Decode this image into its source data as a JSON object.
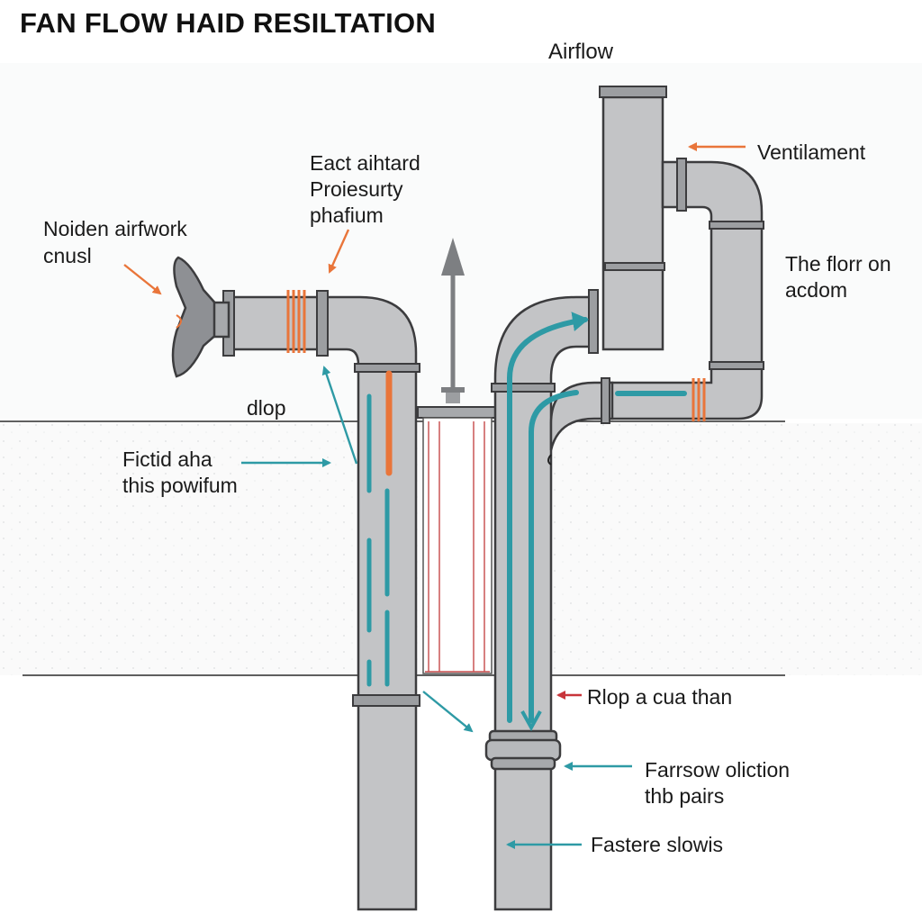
{
  "title": "FAN FLOW HAID RESILTATION",
  "labels": {
    "airflow": "Airflow",
    "ventilament": "Ventilament",
    "eact_line1": "Eact aihtard",
    "eact_line2": "Proiesurty",
    "eact_line3": "phafium",
    "noiden_line1": "Noiden airfwork",
    "noiden_line2": "cnusl",
    "florr_line1": "The florr on",
    "florr_line2": "acdom",
    "dlop": "dlop",
    "fictid_line1": "Fictid aha",
    "fictid_line2": "this powifum",
    "rlop": "Rlop a cua than",
    "farrsow_line1": "Farrsow oliction",
    "farrsow_line2": "thb pairs",
    "fastere": "Fastere slowis"
  },
  "colors": {
    "pipe": "#c3c4c6",
    "pipe_edge": "#3c3c3e",
    "flow_teal": "#2e9aa5",
    "accent_orange": "#e9753a",
    "accent_red": "#c8343a",
    "gridline": "#2b2b2b",
    "filter_line": "#c64a4a"
  },
  "icons": {
    "fan": "fan-icon",
    "up_arrow": "up-arrow-icon"
  }
}
